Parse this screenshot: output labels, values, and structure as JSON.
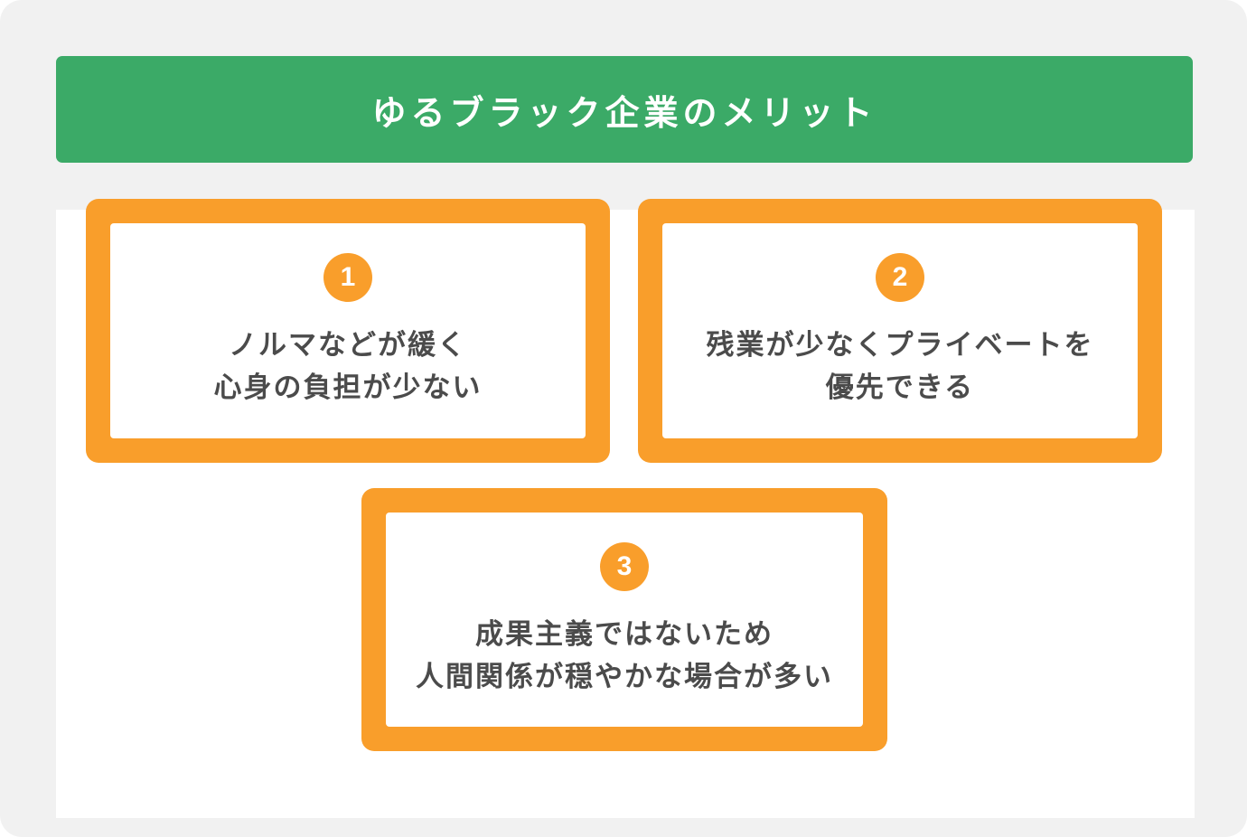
{
  "header": {
    "title": "ゆるブラック企業のメリット"
  },
  "cards": [
    {
      "number": "1",
      "lines": [
        "ノルマなどが緩く",
        "心身の負担が少ない"
      ]
    },
    {
      "number": "2",
      "lines": [
        "残業が少なくプライベートを",
        "優先できる"
      ]
    },
    {
      "number": "3",
      "lines": [
        "成果主義ではないため",
        "人間関係が穏やかな場合が多い"
      ]
    }
  ],
  "colors": {
    "page_background": "#f1f1f1",
    "panel_background": "#ffffff",
    "header_background": "#3baa67",
    "header_text": "#ffffff",
    "accent_orange": "#f99e2b",
    "badge_text": "#ffffff",
    "card_text": "#4b4b4b"
  }
}
